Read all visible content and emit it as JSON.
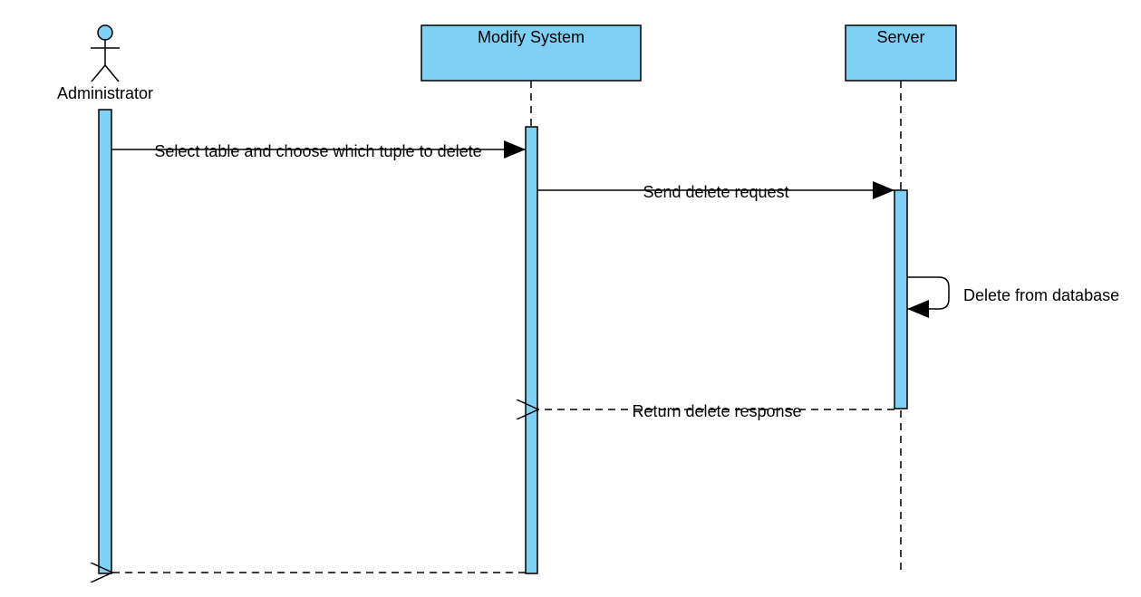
{
  "diagram": {
    "type": "sequence",
    "fill_color": "#7fd0f4",
    "line_color": "#000000",
    "actor": {
      "name": "Administrator"
    },
    "participants": [
      {
        "name": "Modify System"
      },
      {
        "name": "Server"
      }
    ],
    "messages": [
      {
        "label": "Select table and choose which tuple to delete",
        "from": "Administrator",
        "to": "Modify System",
        "kind": "synchronous"
      },
      {
        "label": "Send delete request",
        "from": "Modify System",
        "to": "Server",
        "kind": "synchronous"
      },
      {
        "label": "Delete from database",
        "from": "Server",
        "to": "Server",
        "kind": "self"
      },
      {
        "label": "Return delete response",
        "from": "Server",
        "to": "Modify System",
        "kind": "return"
      },
      {
        "label": "",
        "from": "Modify System",
        "to": "Administrator",
        "kind": "return"
      }
    ]
  }
}
